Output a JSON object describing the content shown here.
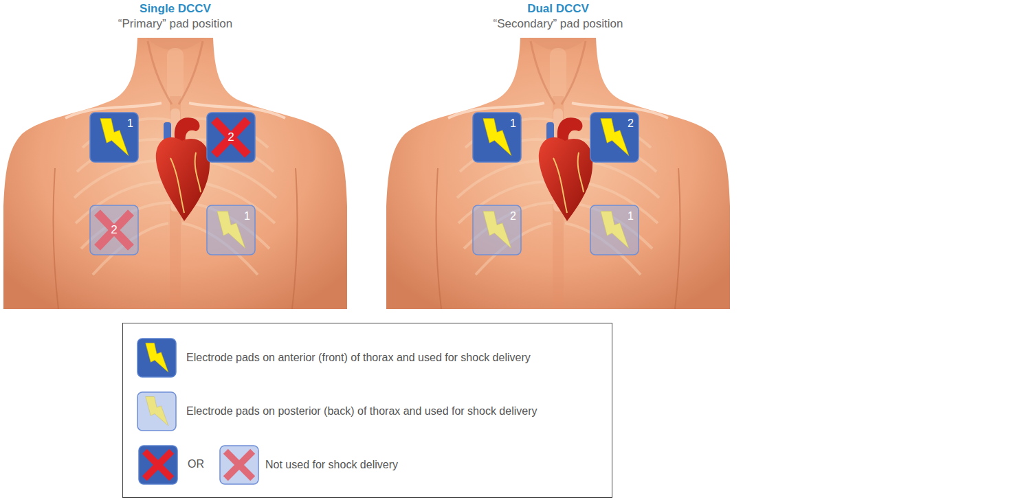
{
  "diagram": {
    "nodes": [
      {
        "text": [
          "1"
        ]
      },
      {
        "text": [
          "2"
        ]
      },
      {
        "text": [
          "2"
        ]
      },
      {
        "text": [
          "1"
        ]
      },
      {
        "text": [
          "1"
        ]
      },
      {
        "text": [
          "2"
        ]
      },
      {
        "text": [
          "2"
        ]
      },
      {
        "text": [
          "1"
        ]
      }
    ],
    "labels": [
      "Single DCCV",
      "“Primary” pad position",
      "Dual DCCV",
      "“Secondary” pad position",
      "OR"
    ],
    "legend": [
      {
        "text": "Electrode pads on anterior (front) of thorax and used for shock delivery"
      },
      {
        "text": "Electrode pads on posterior (back) of thorax and used for shock delivery"
      },
      {
        "text": "Not used for shock delivery"
      }
    ]
  }
}
